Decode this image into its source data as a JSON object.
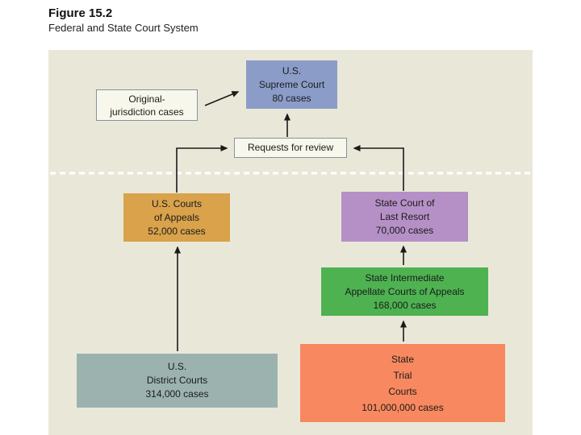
{
  "figure": {
    "label": "Figure 15.2",
    "title": "Federal and State Court System"
  },
  "colors": {
    "panel": "#e9e8d8",
    "supreme": "#8b9cc9",
    "appeals": "#d9a24b",
    "last_resort": "#b590c6",
    "intermediate": "#4eb251",
    "district": "#9bb2af",
    "trial": "#f8885f",
    "note_fill": "#f8f7ec",
    "note_border": "#8593a3",
    "arrow": "#1a1a1a",
    "divider": "#ffffff"
  },
  "nodes": {
    "supreme": {
      "lines": [
        "U.S.",
        "Supreme Court",
        "80 cases"
      ]
    },
    "original_jurisdiction": {
      "lines": [
        "Original-",
        "jurisdiction cases"
      ]
    },
    "requests": {
      "lines": [
        "Requests for review"
      ]
    },
    "appeals": {
      "lines": [
        "U.S. Courts",
        "of Appeals",
        "52,000 cases"
      ]
    },
    "last_resort": {
      "lines": [
        "State Court of",
        "Last Resort",
        "70,000 cases"
      ]
    },
    "intermediate": {
      "lines": [
        "State Intermediate",
        "Appellate Courts of Appeals",
        "168,000 cases"
      ]
    },
    "district": {
      "lines": [
        "U.S.",
        "District Courts",
        "314,000 cases"
      ]
    },
    "trial": {
      "lines": [
        "State",
        "Trial",
        "Courts",
        "101,000,000 cases"
      ]
    }
  }
}
